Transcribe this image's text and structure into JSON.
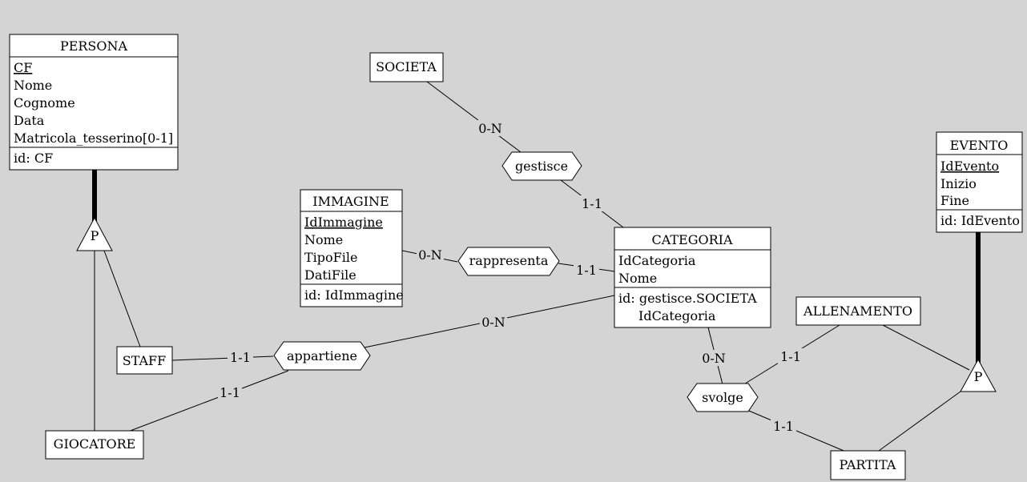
{
  "entities": {
    "persona": {
      "name": "PERSONA",
      "attributes": [
        "CF",
        "Nome",
        "Cognome",
        "Data",
        "Matricola_tesserino[0-1]"
      ],
      "identifier": [
        "id: CF"
      ]
    },
    "immagine": {
      "name": "IMMAGINE",
      "attributes": [
        "IdImmagine",
        "Nome",
        "TipoFile",
        "DatiFile"
      ],
      "identifier": [
        "id: IdImmagine"
      ]
    },
    "categoria": {
      "name": "CATEGORIA",
      "attributes": [
        "IdCategoria",
        "Nome"
      ],
      "identifier": [
        "id: gestisce.SOCIETA",
        "IdCategoria"
      ]
    },
    "evento": {
      "name": "EVENTO",
      "attributes": [
        "IdEvento",
        "Inizio",
        "Fine"
      ],
      "identifier": [
        "id: IdEvento"
      ]
    },
    "societa": {
      "name": "SOCIETA"
    },
    "staff": {
      "name": "STAFF"
    },
    "giocatore": {
      "name": "GIOCATORE"
    },
    "allenamento": {
      "name": "ALLENAMENTO"
    },
    "partita": {
      "name": "PARTITA"
    }
  },
  "relationships": {
    "gestisce": "gestisce",
    "rappresenta": "rappresenta",
    "appartiene": "appartiene",
    "svolge": "svolge"
  },
  "generalizations": {
    "persona_gen": "P",
    "evento_gen": "P"
  },
  "cardinalities": {
    "societa_gestisce": "0-N",
    "categoria_gestisce": "1-1",
    "immagine_rappresenta": "0-N",
    "categoria_rappresenta": "1-1",
    "categoria_appartiene": "0-N",
    "staff_appartiene": "1-1",
    "giocatore_appartiene": "1-1",
    "categoria_svolge": "0-N",
    "allenamento_svolge": "1-1",
    "partita_svolge": "1-1"
  }
}
